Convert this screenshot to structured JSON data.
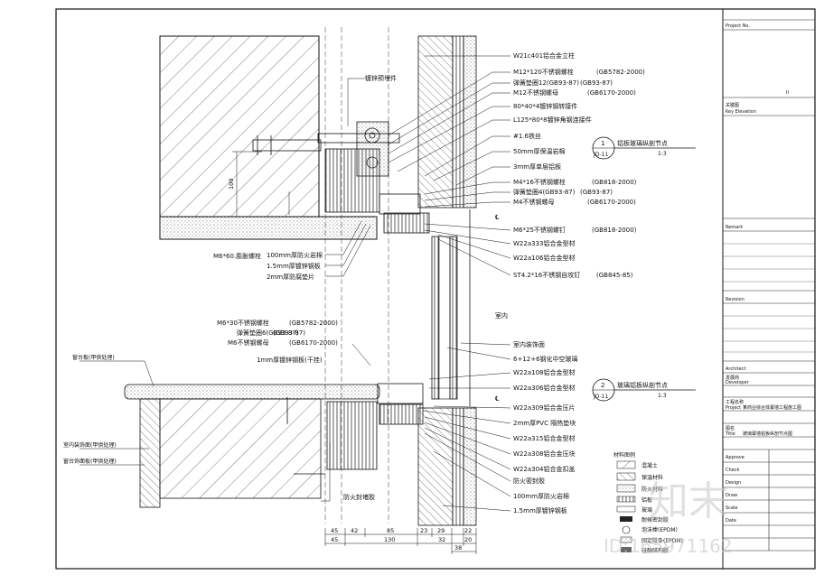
{
  "title_block": {
    "project_no_label": "Project No.",
    "key_elevation_cn": "关键图",
    "key_elevation_en": "Key Elevation",
    "page_mark": "II",
    "remark_label": "Remark",
    "revision_label": "Revision",
    "architect_label": "Architect",
    "developer_cn": "发展商",
    "developer_en": "Developer",
    "project_cn": "工程名称",
    "project_en": "Project",
    "project_value": "某商业综合体幕墙工程施工图",
    "title_cn": "图名",
    "title_en": "Title",
    "title_value": "玻璃幕墙铝板纵剖节点图",
    "rows": [
      "Approve",
      "Check",
      "Design",
      "Draw",
      "Scale",
      "Date"
    ]
  },
  "callouts": [
    {
      "num": "1",
      "sheet": "JD-11",
      "title": "铝板玻璃纵剖节点",
      "scale": "1:3"
    },
    {
      "num": "2",
      "sheet": "JD-11",
      "title": "玻璃铝板纵剖节点",
      "scale": "1:3"
    }
  ],
  "labels_right": [
    "W21c401铝合金立柱",
    "M12*120不锈钢螺栓",
    "弹簧垫圈12(GB93-87)",
    "M12不锈钢螺母",
    "80*40*4镀锌钢转接件",
    "L125*80*8镀锌角钢连接件",
    "#1.6铁丝",
    "50mm厚保温岩棉",
    "3mm厚单层铝板",
    "M4*16不锈钢螺栓",
    "弹簧垫圈4(GB93-87)",
    "M4不锈钢螺母",
    "M6*25不锈钢螺钉",
    "W22a333铝合金型材",
    "W22a106铝合金型材",
    "ST4.2*16不锈钢自攻钉",
    "室内",
    "室内装饰面",
    "6+12+6钢化中空玻璃",
    "W22a108铝合金型材",
    "W22a306铝合金型材",
    "W22a309铝合金压片",
    "2mm厚PVC 隔热垫块",
    "W22a315铝合金型材",
    "W22a308铝合金压块",
    "W22a304铝合金扣盖",
    "防火密封胶",
    "100mm厚防火岩棉",
    "1.5mm厚镀锌钢板"
  ],
  "standards_right": [
    "(GB5782-2000)",
    "(GB93-87)",
    "(GB6170-2000)",
    "(GB818-2000)",
    "(GB93-87)",
    "(GB6170-2000)",
    "(GB818-2000)",
    "(GB845-85)"
  ],
  "labels_left": [
    "镀锌预埋件",
    "M6*60.膨胀螺栓",
    "100mm厚防火岩棉",
    "1.5mm厚镀锌钢板",
    "2mm厚防腐垫片",
    "M6*30不锈钢螺栓",
    "弹簧垫圈6(GB93-87)",
    "M6不锈钢螺母",
    "1mm厚镀锌钢板(干挂)",
    "窗台板(甲供处理)",
    "室内装饰面(甲供处理)",
    "窗台饰面板(甲供处理)",
    "防火封堵胶"
  ],
  "standards_left": [
    "(GB5782-2000)",
    "(GB93-87)",
    "(GB6170-2000)"
  ],
  "ground_dim": "100",
  "dims_row1": [
    "45",
    "42",
    "85",
    "23",
    "29",
    "22"
  ],
  "dims_row2": [
    "45",
    "130",
    "32",
    "20"
  ],
  "dims_row3": "38",
  "legend_title": "材料图例",
  "legend_items": [
    "混凝土",
    "保温材料",
    "防火材料",
    "铝板",
    "玻璃",
    "耐候密封胶",
    "泡沫棒(EPDM)",
    "固定胶条(EPDM)",
    "硅酮结构胶"
  ],
  "watermark_text": "知末",
  "watermark_id": "ID:165971162"
}
